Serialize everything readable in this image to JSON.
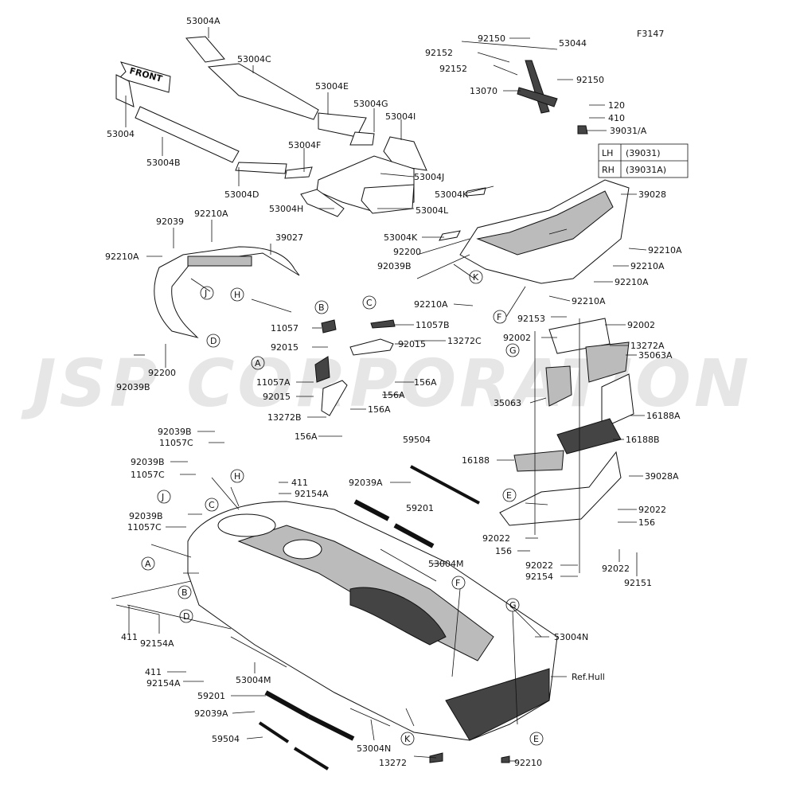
{
  "figure_code": "F3147",
  "watermark": "JSP CORPORATION",
  "front_arrow_text": "FRONT",
  "ref_hull": "Ref.Hull",
  "side_table": {
    "rows": [
      {
        "side": "LH",
        "part": "(39031)"
      },
      {
        "side": "RH",
        "part": "(39031A)"
      }
    ]
  },
  "part_labels": [
    "53004A",
    "53004C",
    "53004E",
    "53004G",
    "53004I",
    "53004",
    "53004B",
    "53004F",
    "53004D",
    "53004J",
    "53004H",
    "53004L",
    "53044",
    "92150",
    "92152",
    "92152",
    "92150",
    "13070",
    "120",
    "410",
    "39031/A",
    "39028",
    "53004K",
    "53004K",
    "92210A",
    "92210A",
    "92210A",
    "92210A",
    "92210A",
    "92200",
    "92039B",
    "92039",
    "92210A",
    "39027",
    "92210A",
    "92200",
    "92039B",
    "11057",
    "92015",
    "11057B",
    "92015",
    "13272C",
    "11057A",
    "92015",
    "156A",
    "156A",
    "13272B",
    "156A",
    "156A",
    "92153",
    "92002",
    "92002",
    "13272A",
    "35063A",
    "35063",
    "16188A",
    "16188B",
    "16188",
    "39028A",
    "92022",
    "156",
    "92022",
    "156",
    "92022",
    "92154",
    "92022",
    "92151",
    "92039B",
    "11057C",
    "92039B",
    "11057C",
    "411",
    "92154A",
    "92039A",
    "59504",
    "59201",
    "92039B",
    "11057C",
    "53004M",
    "411",
    "92154A",
    "411",
    "92154A",
    "53004N",
    "Ref.Hull",
    "53004M",
    "59201",
    "92039A",
    "59504",
    "53004N",
    "13272",
    "92210"
  ],
  "callouts": [
    "A",
    "B",
    "C",
    "D",
    "E",
    "F",
    "G",
    "H",
    "J",
    "K"
  ]
}
